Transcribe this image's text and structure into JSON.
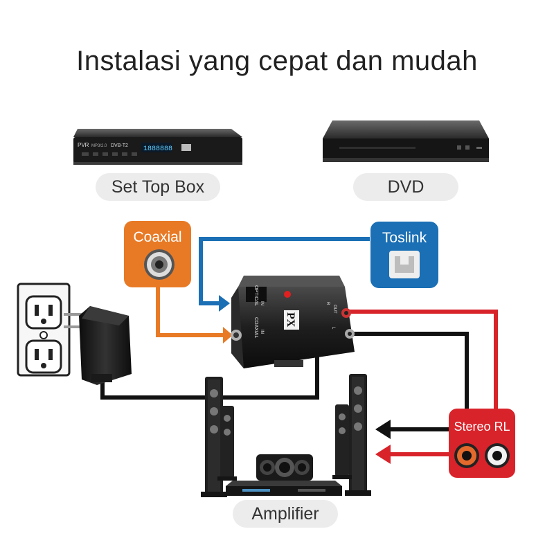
{
  "title": "Instalasi yang cepat dan mudah",
  "devices": {
    "settop": {
      "label": "Set Top Box",
      "panel_text_1": "PVR",
      "panel_text_2": "MP3/2.0",
      "panel_text_3": "DVB-T2",
      "display_text": "1888888"
    },
    "dvd": {
      "label": "DVD"
    },
    "amplifier": {
      "label": "Amplifier"
    }
  },
  "converter": {
    "brand": "PX",
    "port_optical": "OPTICAL",
    "port_coaxial": "COAXIAL",
    "port_in": "IN",
    "port_out": "OUT",
    "port_r": "R",
    "port_l": "L",
    "indicator_color": "#e02020"
  },
  "connectors": {
    "coaxial": {
      "label": "Coaxial",
      "color": "#e87a26"
    },
    "toslink": {
      "label": "Toslink",
      "color": "#1a6fb5"
    },
    "stereo": {
      "label": "Stereo RL",
      "color": "#d8232a"
    }
  },
  "cable_colors": {
    "black": "#111111",
    "red": "#d8232a"
  }
}
